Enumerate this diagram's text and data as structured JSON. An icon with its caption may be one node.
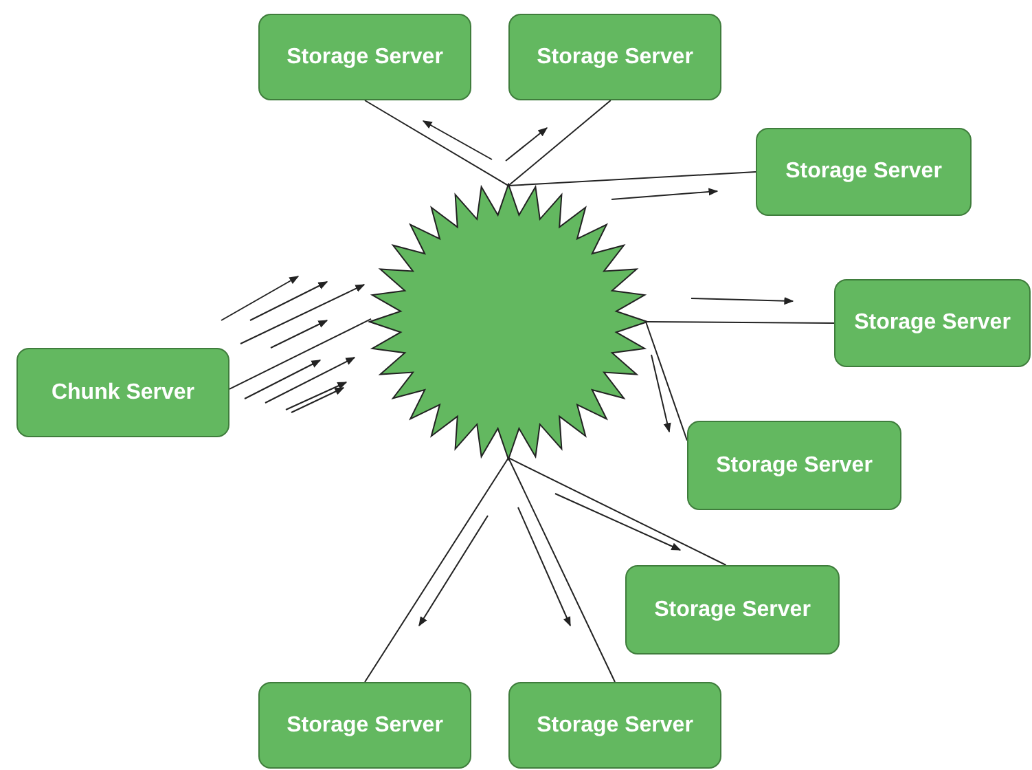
{
  "diagram": {
    "nodes": [
      {
        "text": [
          "Storage Server"
        ]
      },
      {
        "text": [
          "Storage Server"
        ]
      },
      {
        "text": [
          "Storage Server"
        ]
      },
      {
        "text": [],
        "shape": "star"
      },
      {
        "text": [
          "Storage Server"
        ]
      },
      {
        "text": [
          "Chunk Server"
        ]
      },
      {
        "text": [
          "Storage Server"
        ]
      },
      {
        "text": [
          "Storage Server"
        ]
      },
      {
        "text": [
          "Storage Server"
        ]
      },
      {
        "text": [
          "Storage Server"
        ]
      }
    ],
    "edges": [
      {
        "from": 3,
        "to": 0,
        "arrow": "none"
      },
      {
        "from": 3,
        "to": 1,
        "arrow": "none"
      },
      {
        "from": 3,
        "to": 2,
        "arrow": "none"
      },
      {
        "from": 3,
        "to": 4,
        "arrow": "none"
      },
      {
        "from": 3,
        "to": 6,
        "arrow": "none"
      },
      {
        "from": 5,
        "to": 3,
        "arrow": "none"
      },
      {
        "from": 3,
        "to": 7,
        "arrow": "none"
      },
      {
        "from": 3,
        "to": 8,
        "arrow": "none"
      },
      {
        "from": 3,
        "to": 9,
        "arrow": "none"
      }
    ]
  }
}
